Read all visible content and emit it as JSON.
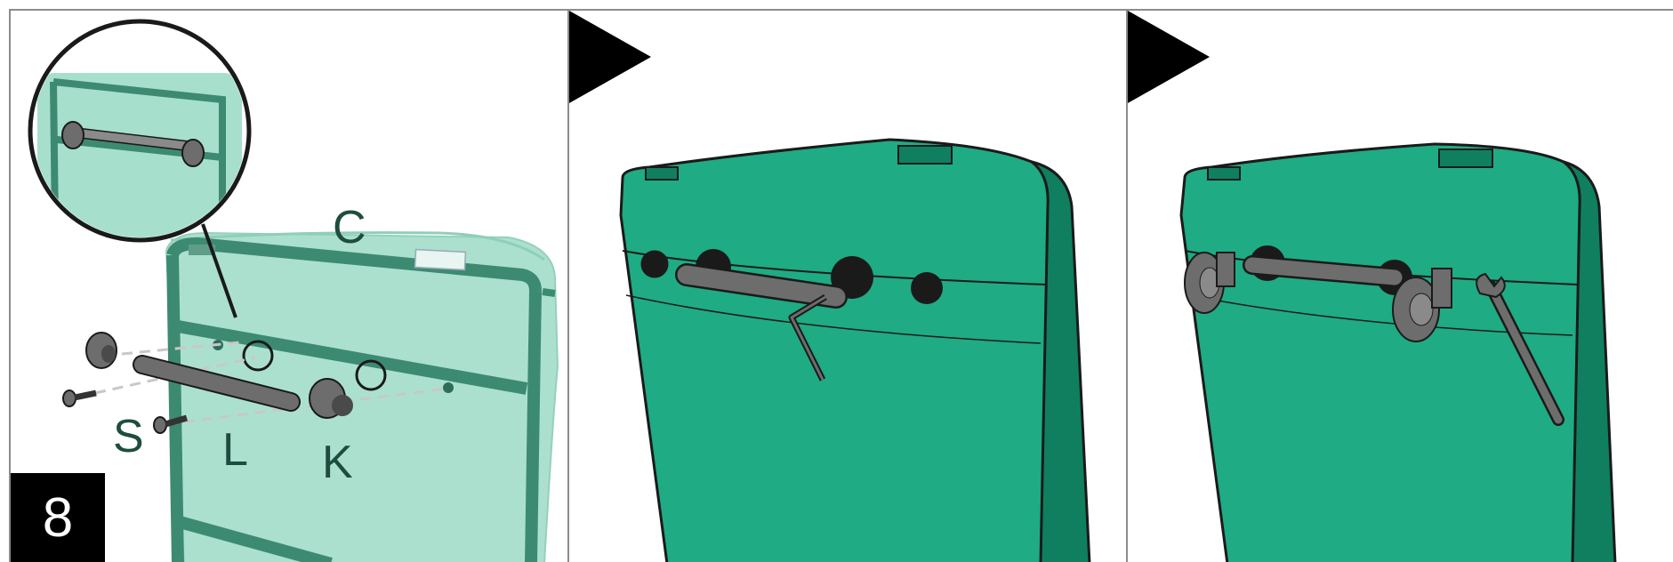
{
  "step": {
    "number": "8"
  },
  "labels": {
    "c": "C",
    "s": "S",
    "l": "L",
    "k": "K"
  },
  "colors": {
    "bin_green": "#1fab83",
    "bin_dark": "#0f7f5f",
    "ghost_green": "#a7dfcd",
    "frame_green": "#3d8a72",
    "part_gray": "#6d6d6d",
    "outline": "#1a1a1a"
  },
  "icons": [
    "arrow-right-icon",
    "hex-key-icon",
    "wrench-icon",
    "wheel-icon",
    "axle-icon",
    "screw-icon"
  ]
}
